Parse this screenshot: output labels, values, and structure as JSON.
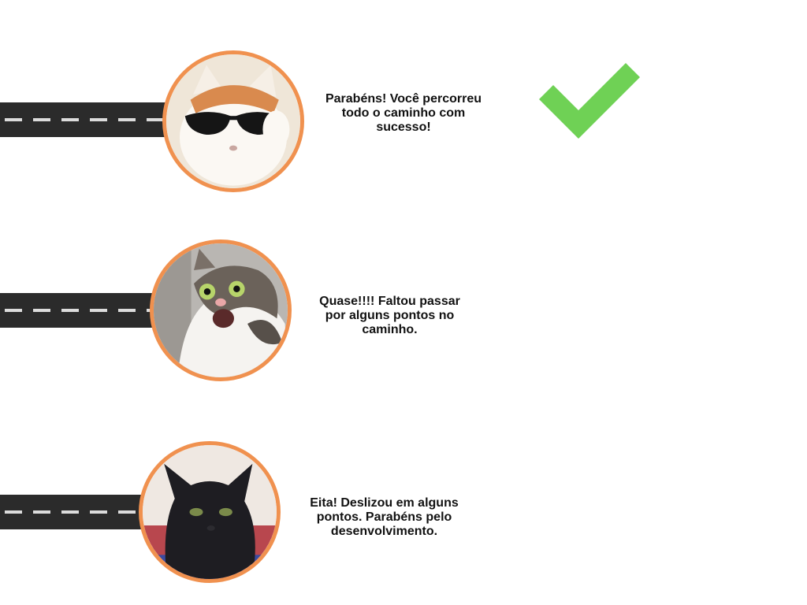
{
  "results": [
    {
      "avatar": "cool-cat-sunglasses",
      "message": "Parabéns! Você percorreu todo o caminho com sucesso!"
    },
    {
      "avatar": "shocked-cat",
      "message": "Quase!!!! Faltou passar por alguns pontos no caminho."
    },
    {
      "avatar": "black-cat",
      "message": "Eita! Deslizou em alguns pontos. Parabéns pelo desenvolvimento."
    }
  ],
  "success_icon": "checkmark-icon",
  "colors": {
    "road": "#2b2b2b",
    "ring": "#f0914f",
    "check": "#6fd155"
  }
}
